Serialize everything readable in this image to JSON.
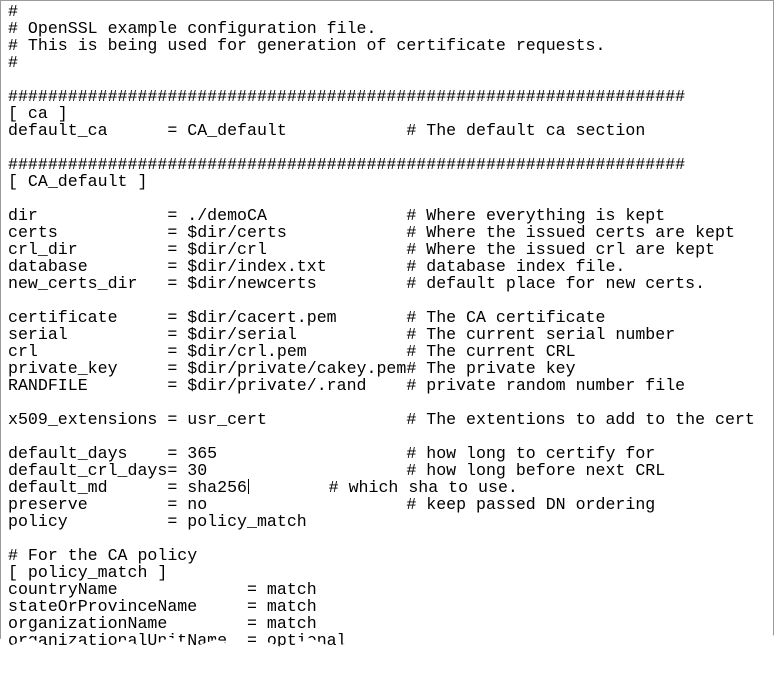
{
  "document": {
    "lines": [
      "#",
      "# OpenSSL example configuration file.",
      "# This is being used for generation of certificate requests.",
      "#",
      "",
      "####################################################################",
      "[ ca ]",
      "default_ca      = CA_default            # The default ca section",
      "",
      "####################################################################",
      "[ CA_default ]",
      "",
      "dir             = ./demoCA              # Where everything is kept",
      "certs           = $dir/certs            # Where the issued certs are kept",
      "crl_dir         = $dir/crl              # Where the issued crl are kept",
      "database        = $dir/index.txt        # database index file.",
      "new_certs_dir   = $dir/newcerts         # default place for new certs.",
      "",
      "certificate     = $dir/cacert.pem       # The CA certificate",
      "serial          = $dir/serial           # The current serial number",
      "crl             = $dir/crl.pem          # The current CRL",
      "private_key     = $dir/private/cakey.pem# The private key",
      "RANDFILE        = $dir/private/.rand    # private random number file",
      "",
      "x509_extensions = usr_cert              # The extentions to add to the cert",
      "",
      "default_days    = 365                   # how long to certify for",
      "default_crl_days= 30                    # how long before next CRL",
      "default_md      = sha256",
      "preserve        = no                    # keep passed DN ordering",
      "policy          = policy_match",
      "",
      "# For the CA policy",
      "[ policy_match ]",
      "countryName             = match",
      "stateOrProvinceName     = match",
      "organizationName        = match",
      "organizationalUnitName  = optional"
    ],
    "md_comment": "        # which sha to use.",
    "caret_line_index": 28
  }
}
